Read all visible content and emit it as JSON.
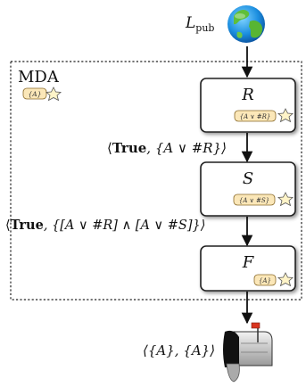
{
  "public_key": {
    "base": "L",
    "subscript": "pub"
  },
  "mda": {
    "label": "MDA",
    "tag": "{A}"
  },
  "stages": [
    {
      "name": "R",
      "tag": "{A ∨ #R}"
    },
    {
      "name": "S",
      "tag": "{A ∨ #S}"
    },
    {
      "name": "F",
      "tag": "{A}"
    }
  ],
  "edge_labels": {
    "r_to_s": {
      "open": "⟨",
      "bold": "True",
      "rest": ", {A ∨ #R}⟩"
    },
    "s_to_f": {
      "open": "⟨",
      "bold": "True",
      "rest": ", {[A ∨ #R] ∧ [A ∨ #S]}⟩"
    }
  },
  "output_label": "⟨{A}, {A}⟩",
  "icons": {
    "top": "globe-icon",
    "bottom": "mailbox-icon",
    "tag": "star-tag-icon"
  }
}
